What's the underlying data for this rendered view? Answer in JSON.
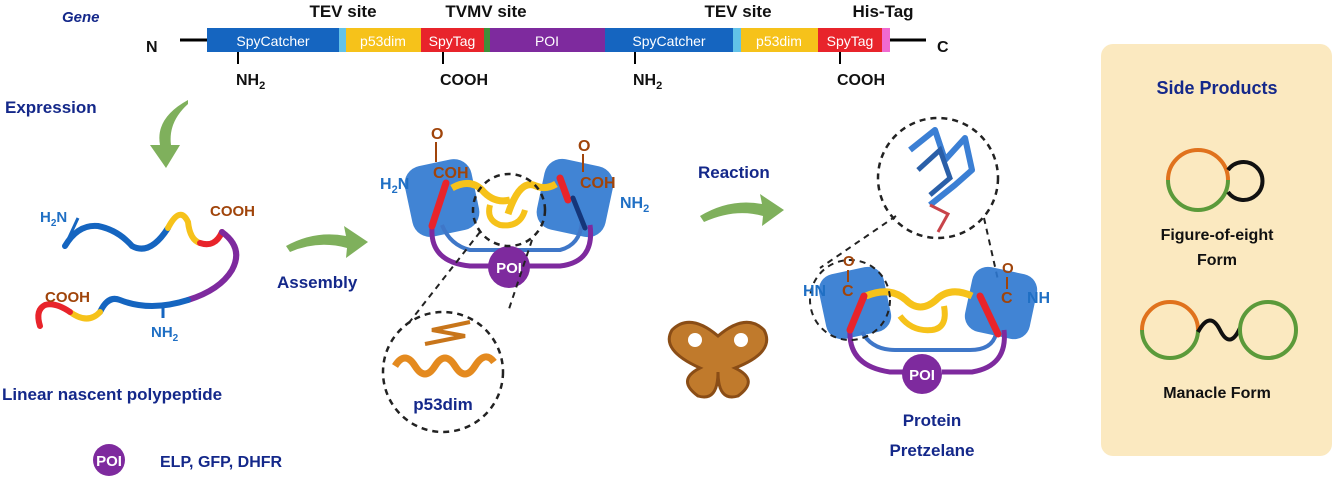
{
  "gene": {
    "label": "Gene",
    "n_terminus": "N",
    "c_terminus": "C",
    "segments": [
      {
        "name": "SpyCatcher",
        "color": "#1565c0"
      },
      {
        "name": "",
        "color": "#62c2e8"
      },
      {
        "name": "p53dim",
        "color": "#f6c21a"
      },
      {
        "name": "SpyTag",
        "color": "#e8242b"
      },
      {
        "name": "",
        "color": "#3f8f3a"
      },
      {
        "name": "POI",
        "color": "#7e2a9e"
      },
      {
        "name": "SpyCatcher",
        "color": "#1565c0"
      },
      {
        "name": "",
        "color": "#62c2e8"
      },
      {
        "name": "p53dim",
        "color": "#f6c21a"
      },
      {
        "name": "SpyTag",
        "color": "#e8242b"
      },
      {
        "name": "",
        "color": "#f06ad1"
      }
    ],
    "top_labels": [
      "TEV site",
      "TVMV site",
      "TEV site",
      "His-Tag"
    ],
    "bottom_labels": {
      "nh": "NH",
      "sub2": "2",
      "cooh": "COOH"
    }
  },
  "labels": {
    "expression": "Expression",
    "assembly": "Assembly",
    "reaction": "Reaction",
    "linear": "Linear nascent polypeptide",
    "p53dim": "p53dim",
    "protein": "Protein",
    "pretzelane": "Pretzelane",
    "poi": "POI",
    "poi_examples": "ELP, GFP, DHFR",
    "h2n": "H",
    "h2n_sub": "2",
    "h2n_n": "N",
    "nh2_n": "NH",
    "nh2_sub": "2",
    "cooh": "COOH",
    "o": "O",
    "coh": "COH",
    "hn": "HN",
    "c": "C",
    "nh": "NH"
  },
  "side_panel": {
    "title": "Side Products",
    "figure_eight_line1": "Figure-of-eight",
    "figure_eight_line2": "Form",
    "manacle": "Manacle Form"
  },
  "colors": {
    "spycatcher": "#1565c0",
    "p53dim": "#f6c21a",
    "spytag": "#e8242b",
    "poi": "#7e2a9e",
    "arrow": "#7fb05c",
    "navy_text": "#14288a",
    "panel_bg": "#fbe9c0",
    "ring_green": "#5b9a3a",
    "ring_orange": "#e0721d"
  }
}
